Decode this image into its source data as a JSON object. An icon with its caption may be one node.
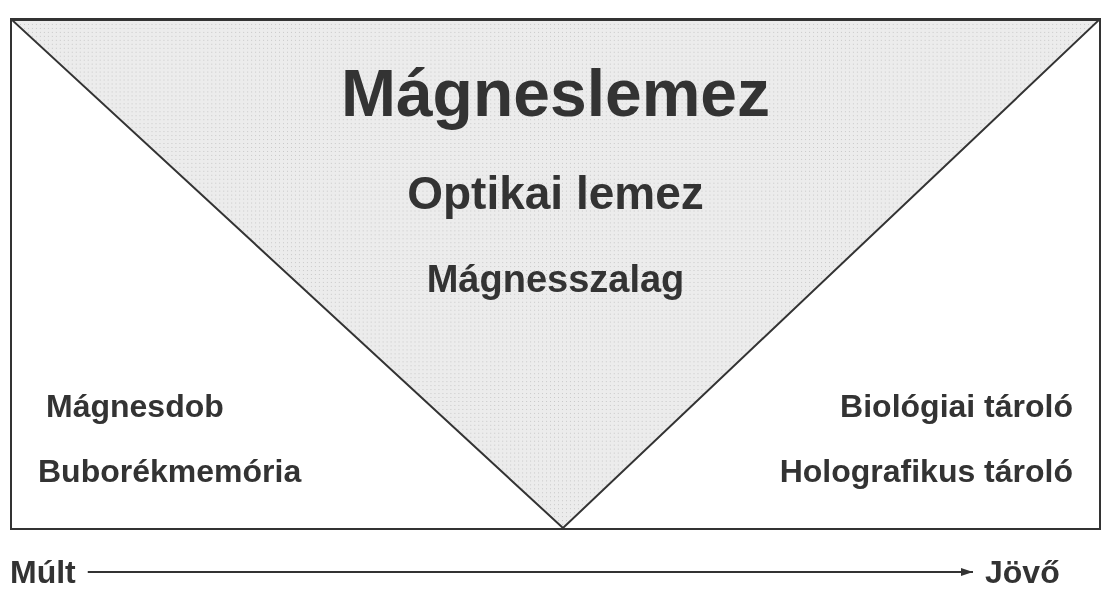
{
  "diagram": {
    "nodes": [
      {
        "text": [
          "Mágnesdob",
          "Buborékmemória",
          "Biológiai tároló",
          "Holografikus tároló"
        ]
      },
      {
        "text": [
          "Mágneslemez",
          "Optikai lemez",
          "Mágnesszalag"
        ],
        "in": 0
      },
      {
        "text": [
          "Múlt"
        ]
      },
      {
        "text": [
          "Jövő"
        ]
      }
    ],
    "edges": [
      {
        "from": 2,
        "to": 3,
        "arrow": "to"
      }
    ]
  }
}
